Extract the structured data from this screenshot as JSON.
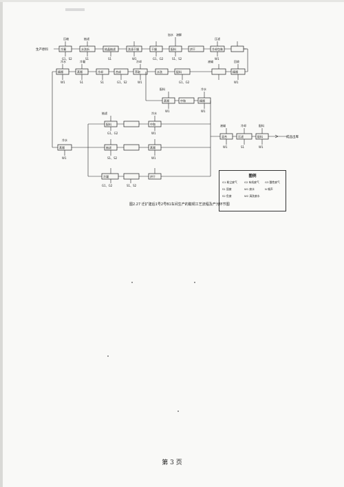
{
  "figure": {
    "caption": "图2.27 迁扩建后1号2号B1车间生产的酸铜工艺流程及产污环节图",
    "start_label": "生产原料",
    "end_label": "成品出库",
    "row1": [
      "冷凝",
      "水洗析",
      "结晶抽滤",
      "洗涤干燥",
      "干燥",
      "配料",
      "烘干",
      "冷却包装"
    ],
    "row1_top": [
      "压缩",
      "抽滤",
      "",
      "",
      "加水",
      "溶解",
      "",
      "压滤"
    ],
    "row2": [
      "精馏",
      "蒸馏",
      "冷却",
      "合成",
      "萃取",
      "水洗",
      "配料",
      "精馏"
    ],
    "row2_top": [
      "冷水",
      "冷凝",
      "",
      "",
      "冷却",
      "",
      "液碱",
      "回收"
    ],
    "row3": [
      "蒸馏",
      "中和",
      "精馏"
    ],
    "branch_top": [
      "配料",
      "中和"
    ],
    "branch_mid": [
      "抽滤",
      "蒸馏"
    ],
    "branch_low": [
      "冷凝",
      "烘干"
    ],
    "final": [
      "混合",
      "压滤",
      "配料"
    ],
    "final_top": [
      "液碱",
      "冷却",
      "配料"
    ],
    "pollutant_tags": [
      "G1、S2",
      "S1",
      "W1",
      "G1、G2",
      "S1、S2"
    ],
    "legend": {
      "title": "图例",
      "items": [
        "G1 粉尘废气",
        "G2 有机废气",
        "G3 酸性废气",
        "S1 固废",
        "W1 废水",
        "N 噪声",
        "S2 危废",
        "W2 清洗废水"
      ]
    }
  },
  "page_number": "第 3 页"
}
